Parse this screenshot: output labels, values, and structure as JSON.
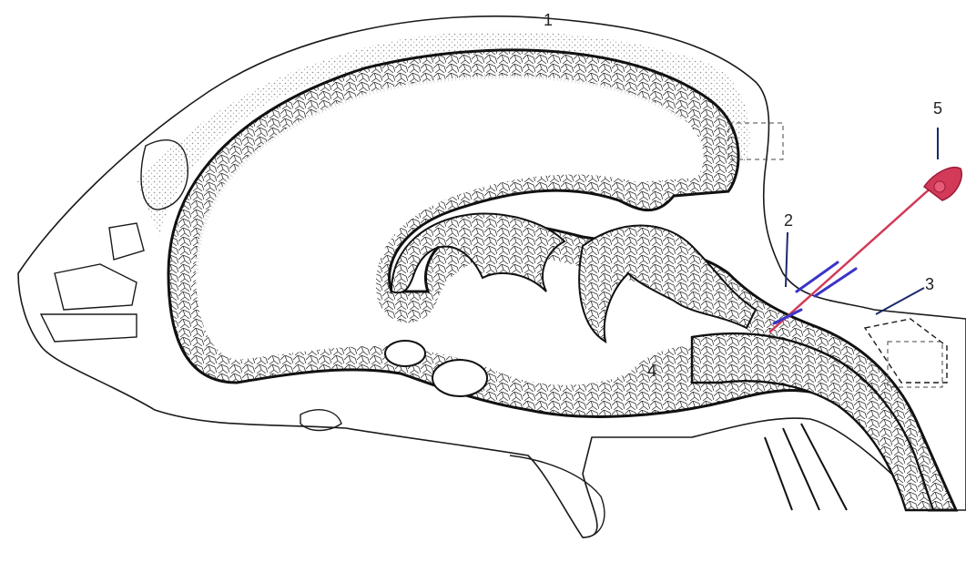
{
  "labels": {
    "skull": "1",
    "cisterna": "2",
    "spinal_cord": "3",
    "ventricle": "4",
    "needle": "5"
  },
  "colors": {
    "ink": "#1a1a1a",
    "needle": "#d23a58",
    "marker": "#3b34c8"
  }
}
